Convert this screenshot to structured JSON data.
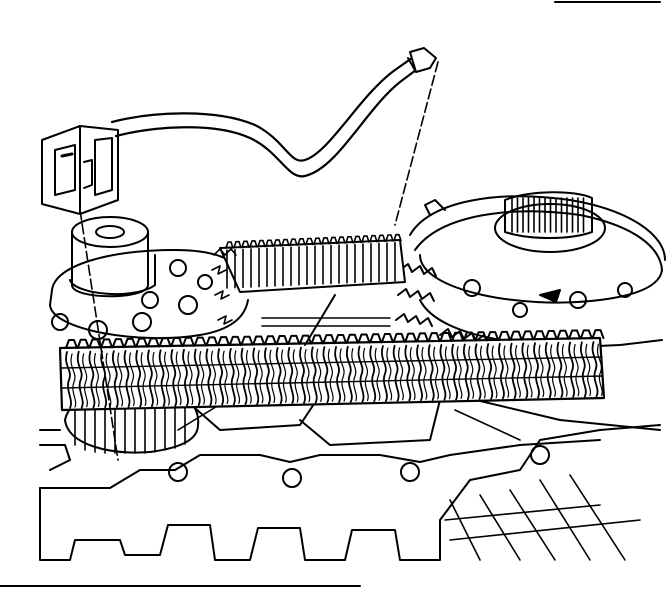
{
  "diagram": {
    "subject": "transfer-case-chain-drive-with-speed-sensor",
    "components": [
      "speed-sensor-connector",
      "sensor-wire-harness",
      "sensor-body",
      "drive-sprocket",
      "driven-sprocket",
      "drive-chain",
      "output-shaft-splines",
      "case-housing"
    ],
    "colors": {
      "ink": "#000000",
      "paper": "#ffffff"
    }
  }
}
